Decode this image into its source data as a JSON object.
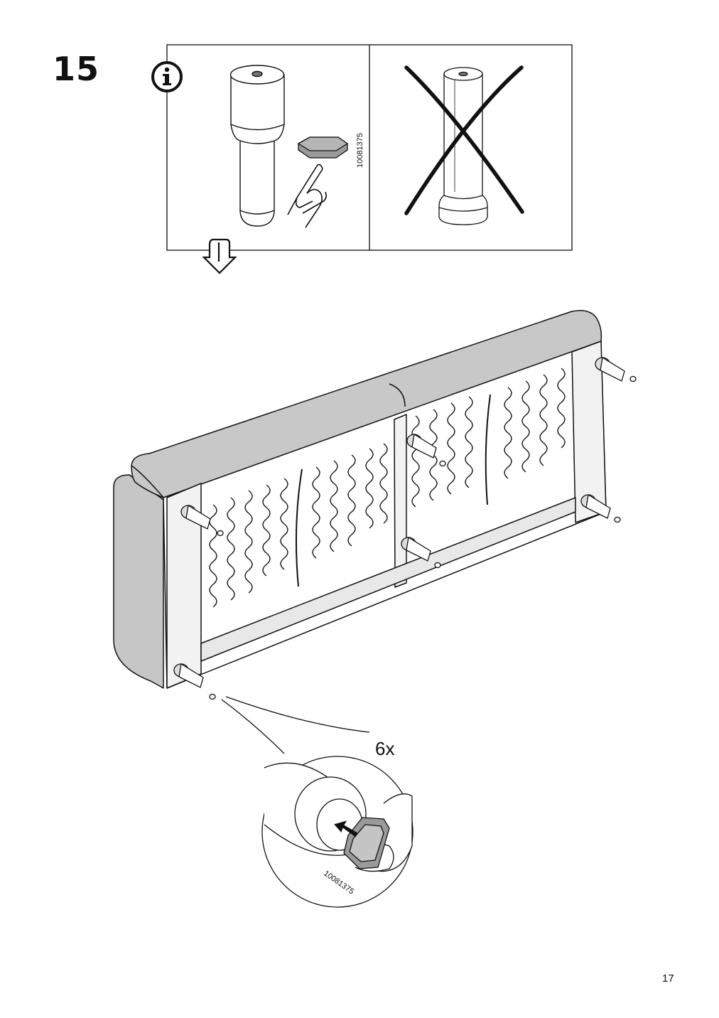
{
  "step": {
    "number": "15"
  },
  "info_panel": {
    "icon": "info-icon",
    "part_number": "10081375",
    "allowed_leg": "leg-with-threaded-insert",
    "forbidden_leg": "leg-with-foot-crossed-out"
  },
  "callout": {
    "quantity": "6x",
    "part_number": "10081375",
    "arrow_icon": "push-arrow-icon"
  },
  "page": {
    "number": "17"
  }
}
